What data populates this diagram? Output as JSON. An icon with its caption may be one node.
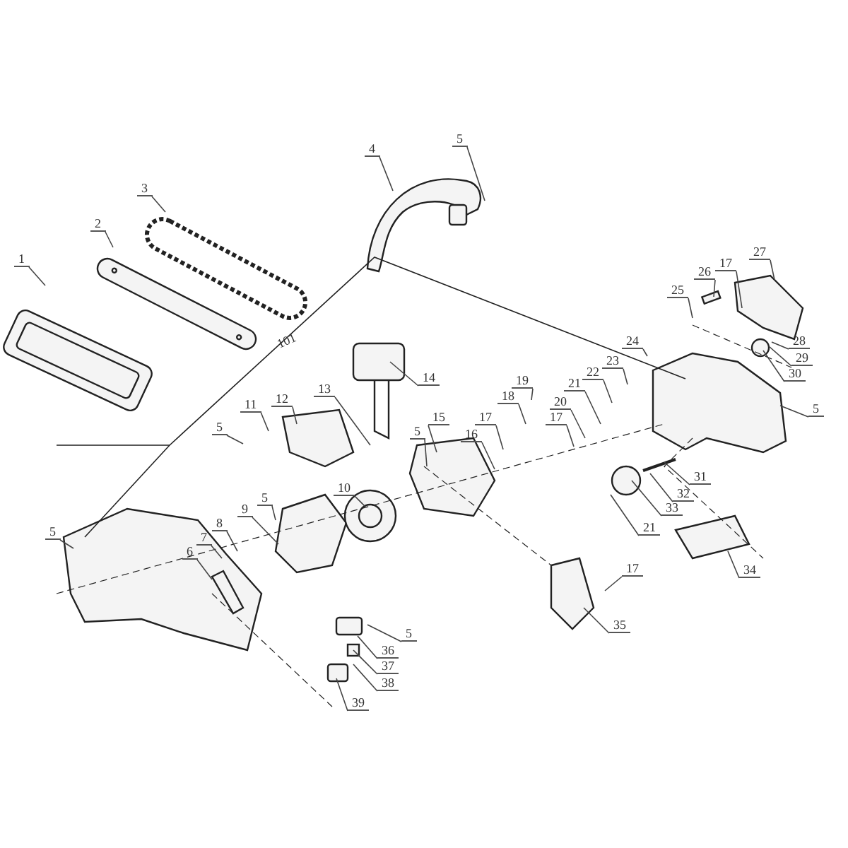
{
  "diagram": {
    "nodes": [
      {
        "text": [
          "1"
        ]
      },
      {
        "text": [
          "2"
        ]
      },
      {
        "text": [
          "3"
        ]
      },
      {
        "text": [
          "4"
        ]
      },
      {
        "text": [
          "5"
        ]
      },
      {
        "text": [
          "14"
        ]
      },
      {
        "text": [
          "27"
        ]
      },
      {
        "text": [
          "17"
        ]
      },
      {
        "text": [
          "26"
        ]
      },
      {
        "text": [
          "25"
        ]
      },
      {
        "text": [
          "28"
        ]
      },
      {
        "text": [
          "29"
        ]
      },
      {
        "text": [
          "30"
        ]
      },
      {
        "text": [
          "24"
        ]
      },
      {
        "text": [
          "23"
        ]
      },
      {
        "text": [
          "22"
        ]
      },
      {
        "text": [
          "21"
        ]
      },
      {
        "text": [
          "20"
        ]
      },
      {
        "text": [
          "19"
        ]
      },
      {
        "text": [
          "18"
        ]
      },
      {
        "text": [
          "17"
        ]
      },
      {
        "text": [
          "17"
        ]
      },
      {
        "text": [
          "12"
        ]
      },
      {
        "text": [
          "11"
        ]
      },
      {
        "text": [
          "5"
        ]
      },
      {
        "text": [
          "13"
        ]
      },
      {
        "text": [
          "5"
        ]
      },
      {
        "text": [
          "15"
        ]
      },
      {
        "text": [
          "16"
        ]
      },
      {
        "text": [
          "5"
        ]
      },
      {
        "text": [
          "31"
        ]
      },
      {
        "text": [
          "32"
        ]
      },
      {
        "text": [
          "33"
        ]
      },
      {
        "text": [
          "21"
        ]
      },
      {
        "text": [
          "10"
        ]
      },
      {
        "text": [
          "9"
        ]
      },
      {
        "text": [
          "5"
        ]
      },
      {
        "text": [
          "8"
        ]
      },
      {
        "text": [
          "7"
        ]
      },
      {
        "text": [
          "6"
        ]
      },
      {
        "text": [
          "5"
        ]
      },
      {
        "text": [
          "34"
        ]
      },
      {
        "text": [
          "17"
        ]
      },
      {
        "text": [
          "35"
        ]
      },
      {
        "text": [
          "5"
        ]
      },
      {
        "text": [
          "36"
        ]
      },
      {
        "text": [
          "37"
        ]
      },
      {
        "text": [
          "38"
        ]
      },
      {
        "text": [
          "39"
        ]
      }
    ],
    "edges": [
      {
        "from": 0,
        "to": null,
        "arrow": "none"
      },
      {
        "from": 1,
        "to": null,
        "arrow": "none"
      },
      {
        "from": 2,
        "to": null,
        "arrow": "none"
      },
      {
        "from": 3,
        "to": null,
        "arrow": "none"
      },
      {
        "from": 4,
        "to": null,
        "arrow": "none"
      },
      {
        "from": 5,
        "to": null,
        "arrow": "none"
      },
      {
        "from": 6,
        "to": null,
        "arrow": "none"
      },
      {
        "from": 7,
        "to": null,
        "arrow": "none"
      },
      {
        "from": 8,
        "to": null,
        "arrow": "none"
      },
      {
        "from": 9,
        "to": null,
        "arrow": "none"
      },
      {
        "from": 10,
        "to": null,
        "arrow": "none"
      },
      {
        "from": 11,
        "to": null,
        "arrow": "none"
      },
      {
        "from": 12,
        "to": null,
        "arrow": "none"
      },
      {
        "from": 13,
        "to": null,
        "arrow": "none"
      },
      {
        "from": 14,
        "to": null,
        "arrow": "none"
      },
      {
        "from": 15,
        "to": null,
        "arrow": "none"
      },
      {
        "from": 16,
        "to": null,
        "arrow": "none"
      },
      {
        "from": 17,
        "to": null,
        "arrow": "none"
      },
      {
        "from": 18,
        "to": null,
        "arrow": "none"
      },
      {
        "from": 19,
        "to": null,
        "arrow": "none"
      },
      {
        "from": 20,
        "to": null,
        "arrow": "none"
      },
      {
        "from": 21,
        "to": null,
        "arrow": "none"
      },
      {
        "from": 22,
        "to": null,
        "arrow": "none"
      },
      {
        "from": 23,
        "to": null,
        "arrow": "none"
      },
      {
        "from": 24,
        "to": null,
        "arrow": "none"
      },
      {
        "from": 25,
        "to": null,
        "arrow": "none"
      },
      {
        "from": 26,
        "to": null,
        "arrow": "none"
      },
      {
        "from": 27,
        "to": null,
        "arrow": "none"
      },
      {
        "from": 28,
        "to": null,
        "arrow": "none"
      },
      {
        "from": 29,
        "to": null,
        "arrow": "none"
      },
      {
        "from": 30,
        "to": null,
        "arrow": "none"
      },
      {
        "from": 31,
        "to": null,
        "arrow": "none"
      },
      {
        "from": 32,
        "to": null,
        "arrow": "none"
      },
      {
        "from": 33,
        "to": null,
        "arrow": "none"
      },
      {
        "from": 34,
        "to": null,
        "arrow": "none"
      },
      {
        "from": 35,
        "to": null,
        "arrow": "none"
      },
      {
        "from": 36,
        "to": null,
        "arrow": "none"
      },
      {
        "from": 37,
        "to": null,
        "arrow": "none"
      },
      {
        "from": 38,
        "to": null,
        "arrow": "none"
      },
      {
        "from": 39,
        "to": null,
        "arrow": "none"
      },
      {
        "from": 40,
        "to": null,
        "arrow": "none"
      },
      {
        "from": 41,
        "to": null,
        "arrow": "none"
      },
      {
        "from": 42,
        "to": null,
        "arrow": "none"
      },
      {
        "from": 43,
        "to": null,
        "arrow": "none"
      },
      {
        "from": 44,
        "to": null,
        "arrow": "none"
      },
      {
        "from": 45,
        "to": null,
        "arrow": "none"
      },
      {
        "from": 46,
        "to": null,
        "arrow": "none"
      },
      {
        "from": 47,
        "to": null,
        "arrow": "none"
      },
      {
        "from": 48,
        "to": null,
        "arrow": "none"
      }
    ],
    "labels": [
      "101"
    ]
  }
}
